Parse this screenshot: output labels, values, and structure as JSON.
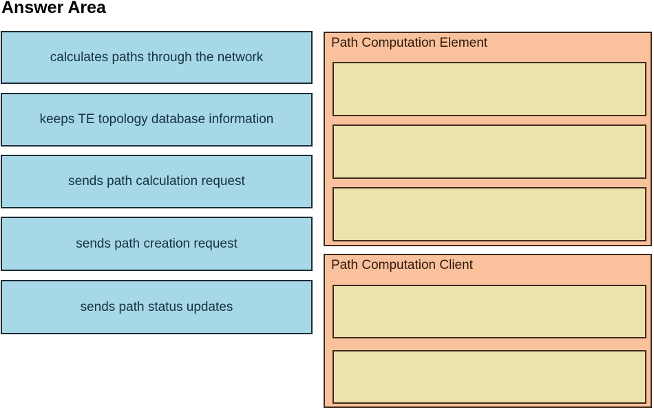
{
  "title": "Answer Area",
  "sources": [
    {
      "label": "calculates paths through the network"
    },
    {
      "label": "keeps TE topology database information"
    },
    {
      "label": "sends path calculation request"
    },
    {
      "label": "sends path creation request"
    },
    {
      "label": "sends path status updates"
    }
  ],
  "targets": [
    {
      "title": "Path Computation Element",
      "slot_count": 3
    },
    {
      "title": "Path Computation Client",
      "slot_count": 2
    }
  ],
  "colors": {
    "source_fill": "#a7d8e7",
    "source_border": "#1b2a33",
    "source_text": "#14323e",
    "group_fill": "#f9c29d",
    "group_border": "#3f2a1e",
    "slot_fill": "#ece3aa",
    "group_title_text": "#2e170b",
    "page_title_text": "#000000"
  }
}
